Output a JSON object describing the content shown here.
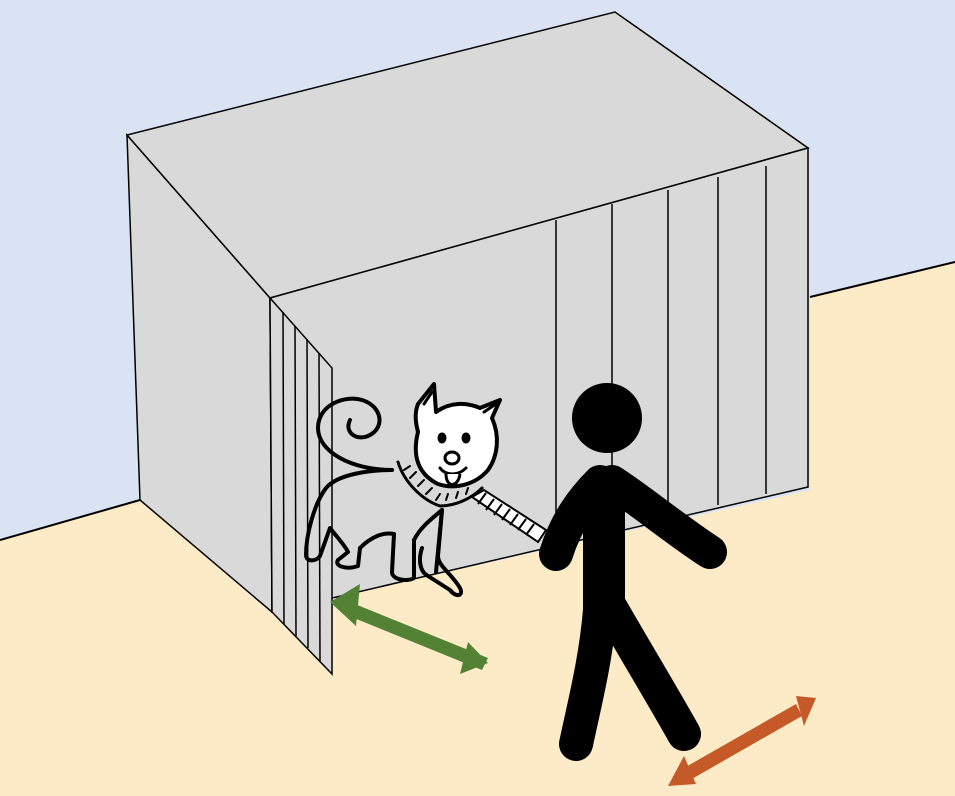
{
  "colors": {
    "sky": "#dae3f3",
    "floor": "#fdebc8",
    "box_face": "#d9d9d9",
    "outline": "#000000",
    "person": "#000000",
    "arrow_dog": "#548235",
    "arrow_person": "#c55a28"
  },
  "figures": {
    "dog": "dog-on-leash",
    "person": "walking-person-stick-figure",
    "box": "open-box-with-door"
  },
  "arrows": [
    {
      "name": "dog-motion-arrow",
      "color_key": "arrow_dog",
      "direction": "bidirectional"
    },
    {
      "name": "person-motion-arrow",
      "color_key": "arrow_person",
      "direction": "bidirectional"
    }
  ]
}
